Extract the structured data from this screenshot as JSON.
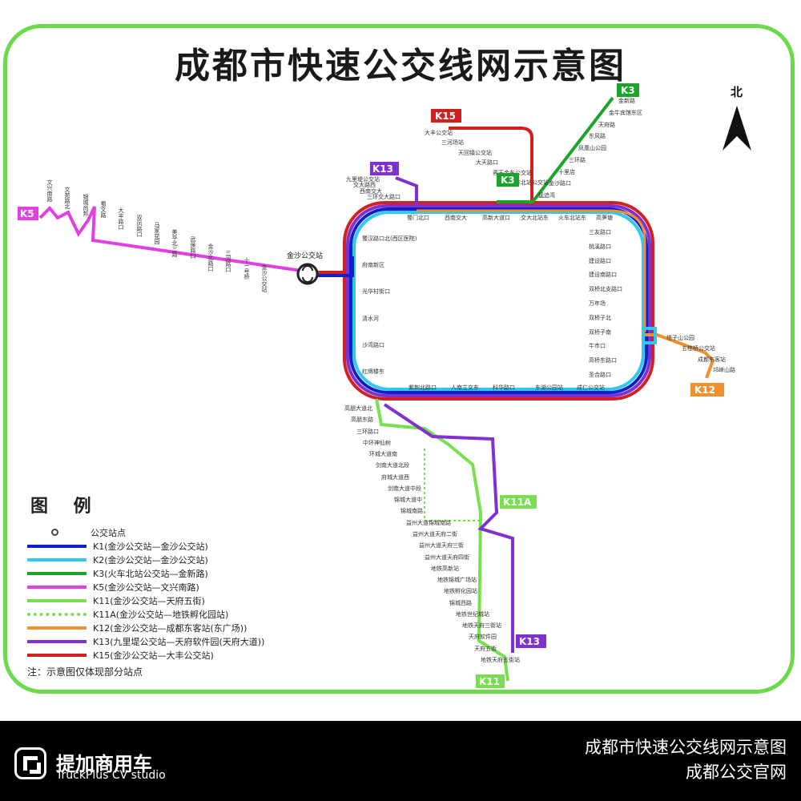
{
  "title": "成都市快速公交线网示意图",
  "north": "北",
  "hub": "金沙公交站",
  "colors": {
    "K1": "#1020c8",
    "K2": "#30c8f0",
    "K3": "#1aa52a",
    "K5": "#e040e0",
    "K11": "#78e050",
    "K12": "#f09030",
    "K13": "#8030d0",
    "K15": "#d02020",
    "frame": "#6bd94a"
  },
  "badges": {
    "K15": "K15",
    "K3_top": "K3",
    "K3_mid": "K3",
    "K13_top": "K13",
    "K5": "K5",
    "K12": "K12",
    "K11A": "K11A",
    "K13_bottom": "K13",
    "K11": "K11"
  },
  "stations": {
    "ring_north": [
      "蜀门北口",
      "西南交大",
      "高新大道口",
      "交大北站东",
      "火车北站东",
      "高笋塘"
    ],
    "ring_west": [
      "蜀汉路口北(西区医院)",
      "府南新区",
      "光华村街口",
      "清水河",
      "沙湾路口",
      "红牌楼东"
    ],
    "ring_south": [
      "紫荆北路口",
      "人南立交东",
      "科华路口",
      "东湖公园站",
      "成仁公交站"
    ],
    "ring_east": [
      "三友路口",
      "桃溪路口",
      "建设路口",
      "建设南路口",
      "双桥北支路口",
      "万年场",
      "双桥子北",
      "双桥子南",
      "牛市口",
      "高桥东路口",
      "圣合路口"
    ],
    "k15": [
      "大丰公交站",
      "三河场站",
      "天回镇公交站",
      "大天路口",
      "蓉天金东公交站",
      "火车北站公交站"
    ],
    "k3": [
      "金新路",
      "金牛宾馆东区",
      "天府路",
      "东风路",
      "凤凰山公园",
      "三环路",
      "十里店",
      "金沙路口",
      "猛追湾"
    ],
    "k13_top": [
      "九里堤公交站",
      "交大路西",
      "西南交大",
      "三环交大路口"
    ],
    "k5": [
      "文兴南路",
      "文苑路北",
      "银城尚邦",
      "蜀文路",
      "大丰路口",
      "双凤路口",
      "马家花园",
      "美华北三路",
      "武侯路口",
      "金沙北路口",
      "三河路口",
      "十一号桥",
      "金沙公交站"
    ],
    "k12": [
      "塔子山公园",
      "五桂桥公交站",
      "成都东客站",
      "邛崃山路"
    ],
    "south": [
      "高朋大道北",
      "高朋东路",
      "三环路口",
      "中环神仙树",
      "环城大道南",
      "剑南大道北段",
      "府城大道西",
      "剑南大道中段",
      "锦城大道中",
      "锦城南路",
      "益州大道锦城南路",
      "益州大道天府二街",
      "益州大道天府三街",
      "益州大道天府四街",
      "地铁高新站",
      "地铁锦城广场站",
      "地铁孵化园站",
      "锦城西路",
      "地铁世纪城站",
      "地铁天府三街站",
      "天府软件园",
      "天府五街",
      "地铁天府五街站"
    ]
  },
  "legend": {
    "title": "图 例",
    "stop": "公交站点",
    "routes": [
      {
        "key": "K1",
        "label": "K1(金沙公交站—金沙公交站)"
      },
      {
        "key": "K2",
        "label": "K2(金沙公交站—金沙公交站)"
      },
      {
        "key": "K3",
        "label": "K3(火车北站公交站—金新路)"
      },
      {
        "key": "K5",
        "label": "K5(金沙公交站—文兴南路)"
      },
      {
        "key": "K11",
        "label": "K11(金沙公交站—天府五街)"
      },
      {
        "key": "K11A",
        "label": "K11A(金沙公交站—地铁孵化园站)"
      },
      {
        "key": "K12",
        "label": "K12(金沙公交站—成都东客站(东广场))"
      },
      {
        "key": "K13",
        "label": "K13(九里堤公交站—天府软件园(天府大道))"
      },
      {
        "key": "K15",
        "label": "K15(金沙公交站—大丰公交站)"
      }
    ],
    "note": "注：示意图仅体现部分站点"
  },
  "footer": {
    "brand_cn": "提加商用车",
    "brand_en": "TruckPlus CV studio",
    "caption_1": "成都市快速公交线网示意图",
    "caption_2": "成都公交官网"
  }
}
